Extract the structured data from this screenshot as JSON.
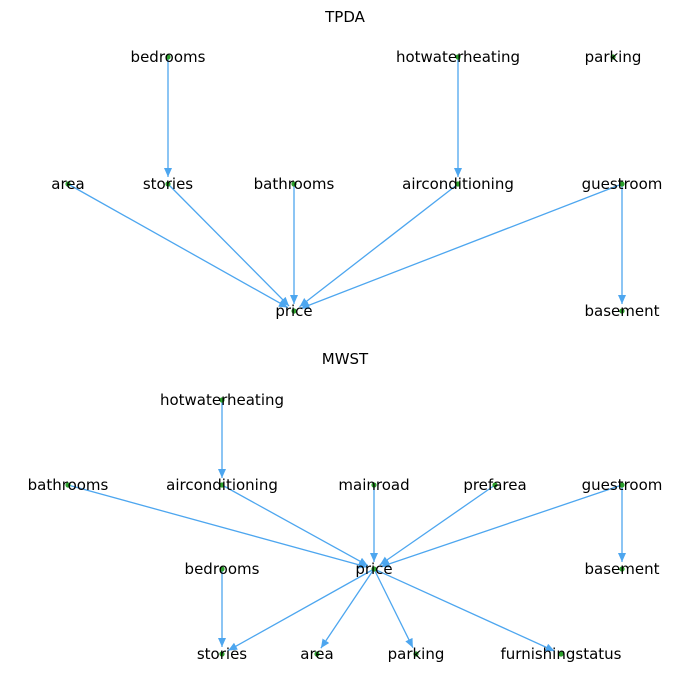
{
  "colors": {
    "edge": "#4da6ef",
    "node": "#2ca02c",
    "text": "#000000"
  },
  "panels": [
    {
      "title": "TPDA",
      "nodes": [
        {
          "id": "bedrooms",
          "label": "bedrooms"
        },
        {
          "id": "hotwaterheating",
          "label": "hotwaterheating"
        },
        {
          "id": "parking",
          "label": "parking"
        },
        {
          "id": "area",
          "label": "area"
        },
        {
          "id": "stories",
          "label": "stories"
        },
        {
          "id": "bathrooms",
          "label": "bathrooms"
        },
        {
          "id": "airconditioning",
          "label": "airconditioning"
        },
        {
          "id": "guestroom",
          "label": "guestroom"
        },
        {
          "id": "price",
          "label": "price"
        },
        {
          "id": "basement",
          "label": "basement"
        }
      ],
      "edges": [
        [
          "bedrooms",
          "stories"
        ],
        [
          "hotwaterheating",
          "airconditioning"
        ],
        [
          "area",
          "price"
        ],
        [
          "stories",
          "price"
        ],
        [
          "bathrooms",
          "price"
        ],
        [
          "airconditioning",
          "price"
        ],
        [
          "guestroom",
          "price"
        ],
        [
          "guestroom",
          "basement"
        ]
      ]
    },
    {
      "title": "MWST",
      "nodes": [
        {
          "id": "hotwaterheating",
          "label": "hotwaterheating"
        },
        {
          "id": "bathrooms",
          "label": "bathrooms"
        },
        {
          "id": "airconditioning",
          "label": "airconditioning"
        },
        {
          "id": "mainroad",
          "label": "mainroad"
        },
        {
          "id": "prefarea",
          "label": "prefarea"
        },
        {
          "id": "guestroom",
          "label": "guestroom"
        },
        {
          "id": "bedrooms",
          "label": "bedrooms"
        },
        {
          "id": "price",
          "label": "price"
        },
        {
          "id": "basement",
          "label": "basement"
        },
        {
          "id": "stories",
          "label": "stories"
        },
        {
          "id": "area",
          "label": "area"
        },
        {
          "id": "parking",
          "label": "parking"
        },
        {
          "id": "furnishingstatus",
          "label": "furnishingstatus"
        }
      ],
      "edges": [
        [
          "hotwaterheating",
          "airconditioning"
        ],
        [
          "bathrooms",
          "price"
        ],
        [
          "airconditioning",
          "price"
        ],
        [
          "mainroad",
          "price"
        ],
        [
          "prefarea",
          "price"
        ],
        [
          "guestroom",
          "price"
        ],
        [
          "guestroom",
          "basement"
        ],
        [
          "bedrooms",
          "stories"
        ],
        [
          "price",
          "stories"
        ],
        [
          "price",
          "area"
        ],
        [
          "price",
          "parking"
        ],
        [
          "price",
          "furnishingstatus"
        ]
      ]
    }
  ]
}
